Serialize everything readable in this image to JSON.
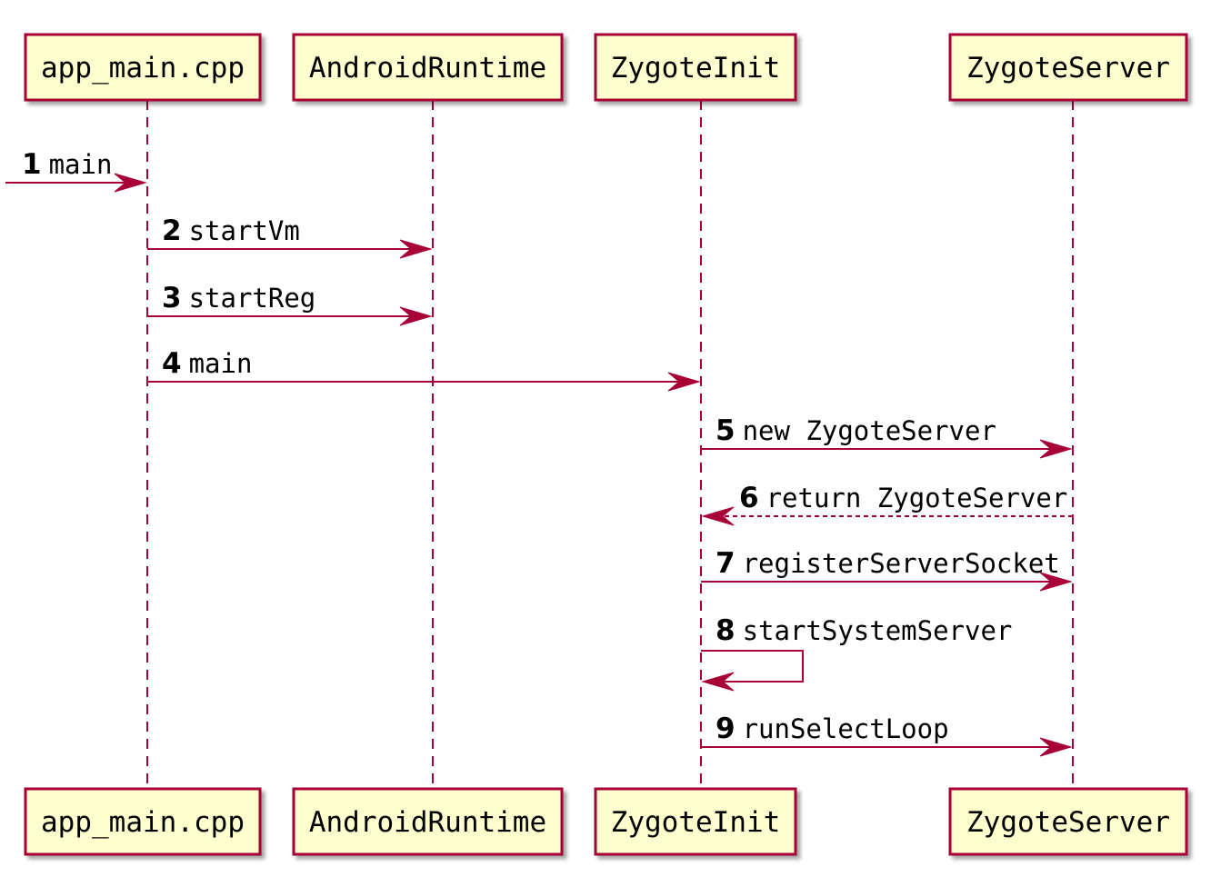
{
  "participants": [
    {
      "id": "app_main",
      "label": "app_main.cpp"
    },
    {
      "id": "android_runtime",
      "label": "AndroidRuntime"
    },
    {
      "id": "zygote_init",
      "label": "ZygoteInit"
    },
    {
      "id": "zygote_server",
      "label": "ZygoteServer"
    }
  ],
  "messages": [
    {
      "num": "1",
      "label": "main",
      "from": null,
      "to": "app_main",
      "style": "solid"
    },
    {
      "num": "2",
      "label": "startVm",
      "from": "app_main",
      "to": "android_runtime",
      "style": "solid"
    },
    {
      "num": "3",
      "label": "startReg",
      "from": "app_main",
      "to": "android_runtime",
      "style": "solid"
    },
    {
      "num": "4",
      "label": "main",
      "from": "app_main",
      "to": "zygote_init",
      "style": "solid"
    },
    {
      "num": "5",
      "label": "new ZygoteServer",
      "from": "zygote_init",
      "to": "zygote_server",
      "style": "solid"
    },
    {
      "num": "6",
      "label": "return ZygoteServer",
      "from": "zygote_server",
      "to": "zygote_init",
      "style": "dashed"
    },
    {
      "num": "7",
      "label": "registerServerSocket",
      "from": "zygote_init",
      "to": "zygote_server",
      "style": "solid"
    },
    {
      "num": "8",
      "label": "startSystemServer",
      "from": "zygote_init",
      "to": "zygote_init",
      "style": "solid"
    },
    {
      "num": "9",
      "label": "runSelectLoop",
      "from": "zygote_init",
      "to": "zygote_server",
      "style": "solid"
    }
  ],
  "colors": {
    "box_fill": "#FEFECE",
    "border": "#A80036",
    "text": "#000000"
  }
}
